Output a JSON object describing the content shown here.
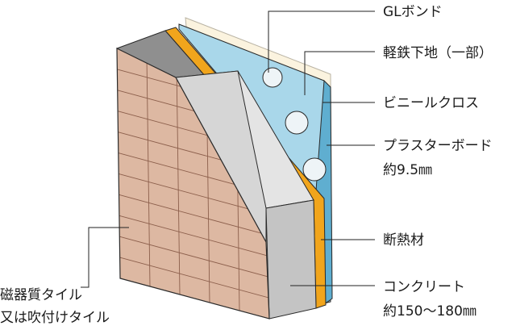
{
  "labels": {
    "gl_bond": "GLボンド",
    "light_steel": "軽鉄下地（一部）",
    "vinyl_cloth": "ビニールクロス",
    "plasterboard": "プラスターボード",
    "plasterboard_thickness": "約9.5㎜",
    "insulation": "断熱材",
    "concrete": "コンクリート",
    "concrete_thickness": "約150〜180㎜",
    "tile_line1": "磁器質タイル",
    "tile_line2": "又は吹付けタイル"
  },
  "colors": {
    "tile": "#ddb8a2",
    "tile_grout": "#8c5f4c",
    "concrete_face": "#c4c4c4",
    "concrete_top": "#8f8f8f",
    "insulation": "#f1a51c",
    "plasterboard": "#a9d7ea",
    "plasterboard_edge": "#5faed0",
    "cloth": "#fbf3df",
    "outline": "#2a2a2a"
  }
}
